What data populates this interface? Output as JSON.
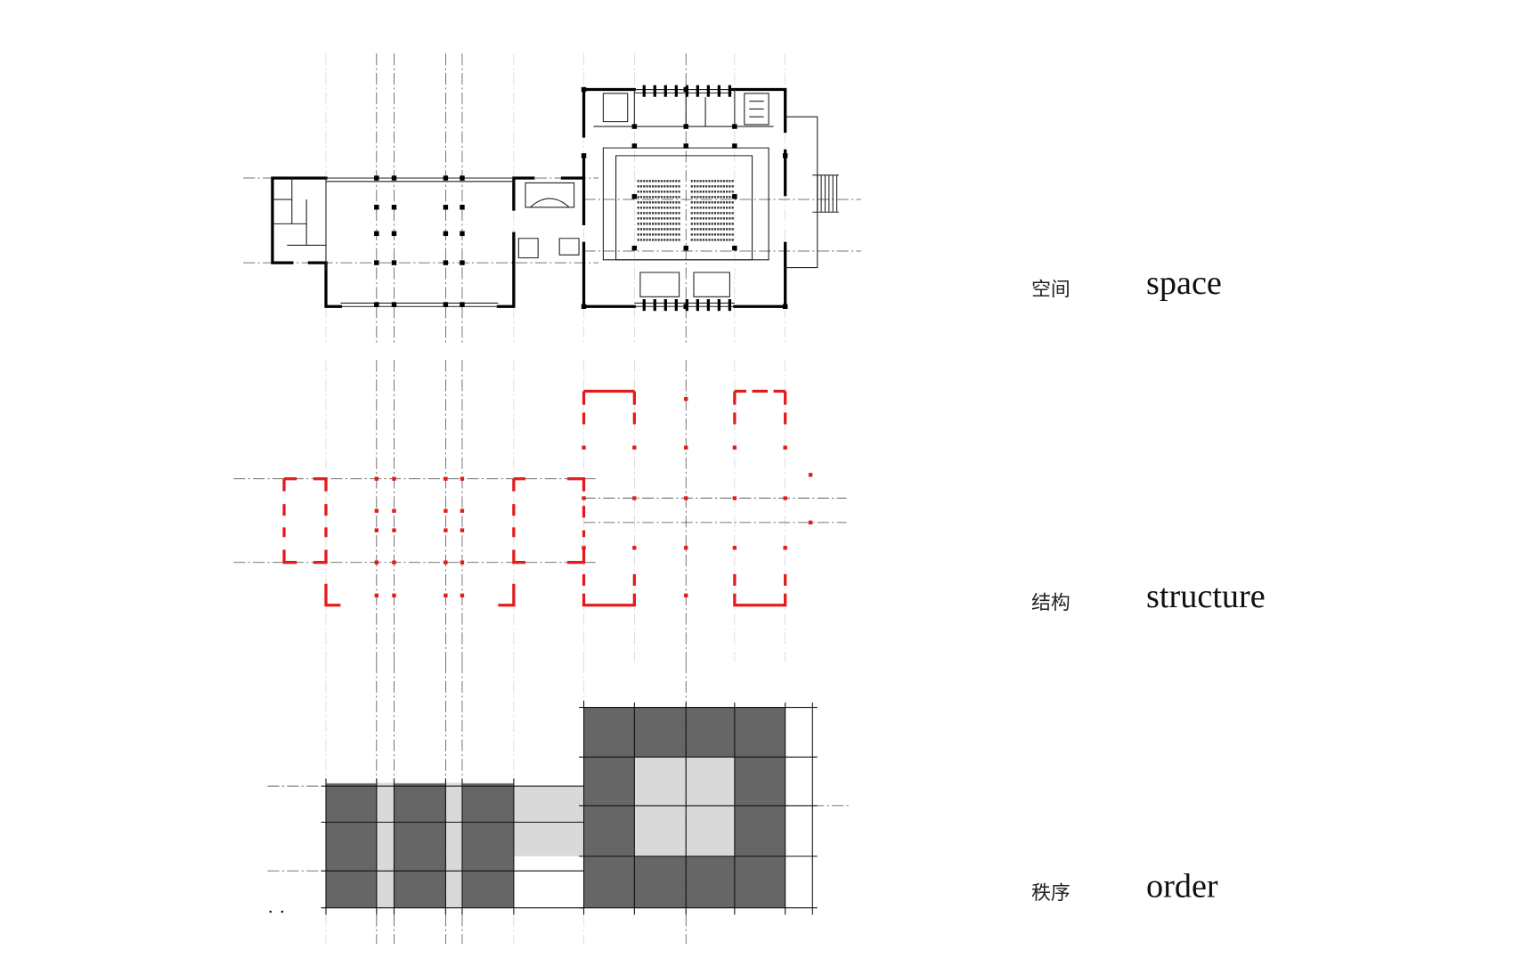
{
  "rows": [
    {
      "zh": "空间",
      "en": "space"
    },
    {
      "zh": "结构",
      "en": "structure"
    },
    {
      "zh": "秩序",
      "en": "order"
    }
  ],
  "colors": {
    "structure": "#e31b1b",
    "solid": "#666666",
    "void": "#d9d9d9",
    "wall": "#000000"
  }
}
